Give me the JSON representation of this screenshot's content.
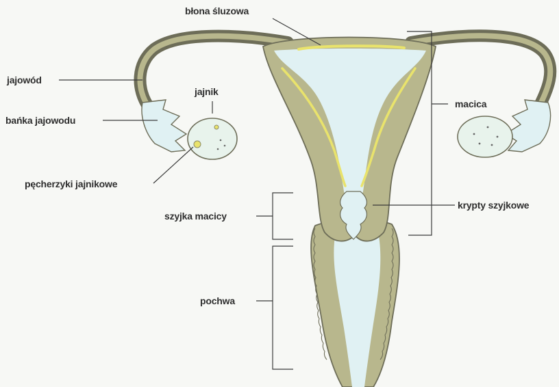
{
  "labels": {
    "mucosa": "błona śluzowa",
    "fallopian_tube": "jajowód",
    "ovary": "jajnik",
    "infundibulum": "bańka jajowodu",
    "follicles": "pęcherzyki jajnikowe",
    "cervix": "szyjka macicy",
    "vagina": "pochwa",
    "uterus": "macica",
    "cervical_crypts": "krypty szyjkowe"
  },
  "colors": {
    "tissue": "#b8b78d",
    "tissue_outline": "#6d6d58",
    "cavity": "#e0f1f3",
    "endometrium": "#e9e36c",
    "ovary_fill": "#e8f3ec",
    "leader_line": "#3a3a3a",
    "background": "#f7f8f5"
  }
}
